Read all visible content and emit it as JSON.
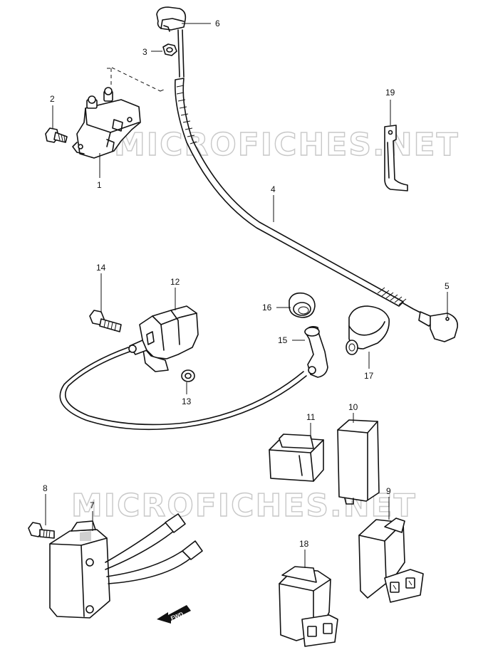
{
  "watermarks": [
    "MICROFICHES.NET",
    "MICROFICHES.NET"
  ],
  "direction_marker": "FWD",
  "callouts": {
    "c1": "1",
    "c2": "2",
    "c3": "3",
    "c4": "4",
    "c5": "5",
    "c6": "6",
    "c7": "7",
    "c8": "8",
    "c9": "9",
    "c10": "10",
    "c11": "11",
    "c12": "12",
    "c13": "13",
    "c14": "14",
    "c15": "15",
    "c16": "16",
    "c17": "17",
    "c18": "18",
    "c19": "19"
  }
}
